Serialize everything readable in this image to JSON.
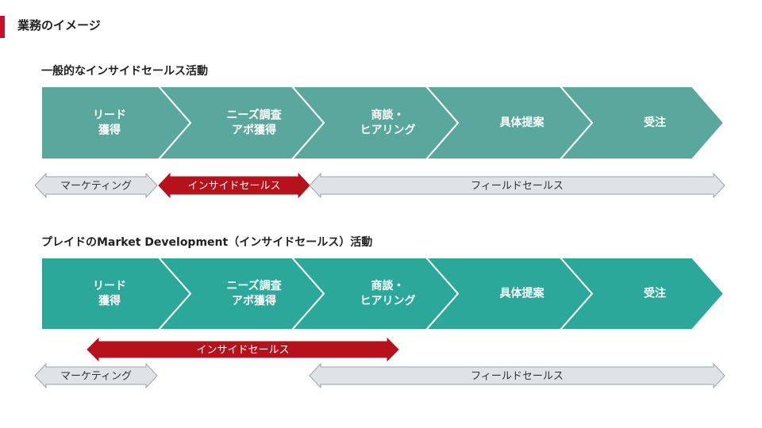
{
  "page_title": "業務のイメージ",
  "colors": {
    "accent": "#c8102e",
    "chevron_row1": "#5aa89d",
    "chevron_row2": "#2ba89a",
    "inside_sales": "#b5121b",
    "gray_arrow_fill": "#dfe3e6",
    "gray_arrow_stroke": "#9aa3aa"
  },
  "sections": [
    {
      "title": "一般的なインサイドセールス活動",
      "stages": [
        {
          "lines": [
            "リード",
            "獲得"
          ]
        },
        {
          "lines": [
            "ニーズ調査",
            "アポ獲得"
          ]
        },
        {
          "lines": [
            "商談・",
            "ヒアリング"
          ]
        },
        {
          "lines": [
            "具体提案"
          ]
        },
        {
          "lines": [
            "受注"
          ]
        }
      ],
      "roles": [
        {
          "label": "マーケティング",
          "style": "gray"
        },
        {
          "label": "インサイドセールス",
          "style": "red"
        },
        {
          "label": "フィールドセールス",
          "style": "gray"
        }
      ]
    },
    {
      "title": "プレイドのMarket Development（インサイドセールス）活動",
      "stages": [
        {
          "lines": [
            "リード",
            "獲得"
          ]
        },
        {
          "lines": [
            "ニーズ調査",
            "アポ獲得"
          ]
        },
        {
          "lines": [
            "商談・",
            "ヒアリング"
          ]
        },
        {
          "lines": [
            "具体提案"
          ]
        },
        {
          "lines": [
            "受注"
          ]
        }
      ],
      "roles": [
        {
          "label": "インサイドセールス",
          "style": "red"
        },
        {
          "label": "マーケティング",
          "style": "gray"
        },
        {
          "label": "フィールドセールス",
          "style": "gray"
        }
      ]
    }
  ]
}
